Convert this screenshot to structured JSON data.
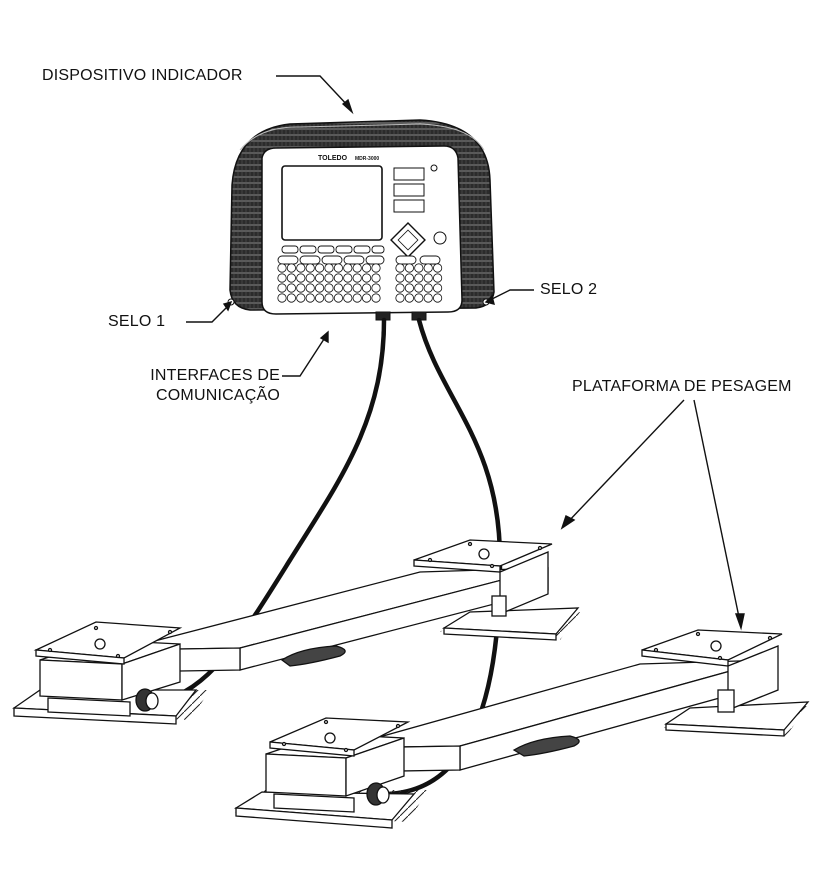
{
  "labels": {
    "indicator": "DISPOSITIVO INDICADOR",
    "seal1": "SELO 1",
    "seal2": "SELO 2",
    "interfaces_line1": "INTERFACES DE",
    "interfaces_line2": "COMUNICAÇÃO",
    "platform": "PLATAFORMA DE PESAGEM"
  },
  "device": {
    "brand": "TOLEDO",
    "model": "MDR-3000"
  }
}
